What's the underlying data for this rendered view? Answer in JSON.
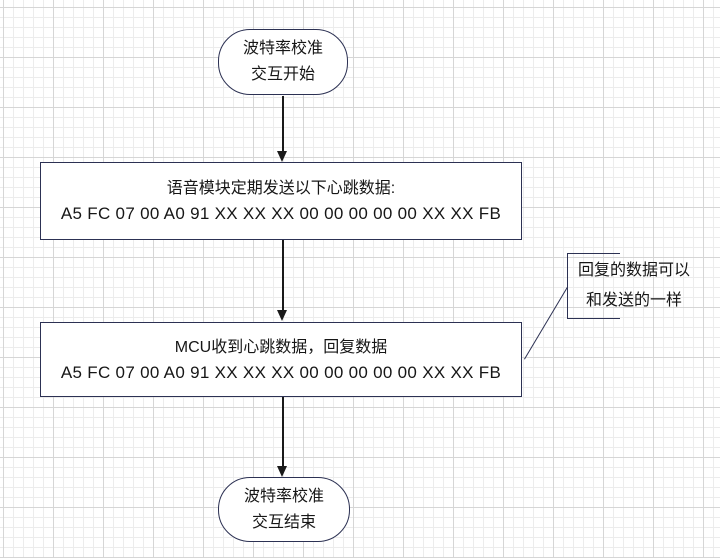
{
  "colors": {
    "canvas_bg": "#ffffff",
    "grid_minor": "#ececec",
    "grid_major": "#d6d6d6",
    "shape_border": "#2c3153",
    "shape_fill": "#ffffff",
    "connector": "#1a1a1a",
    "text": "#161616"
  },
  "flowchart": {
    "start": {
      "line1": "波特率校准",
      "line2": "交互开始"
    },
    "send_box": {
      "line1": "语音模块定期发送以下心跳数据:",
      "line2": "A5 FC 07 00 A0 91 XX XX XX 00 00 00 00 00 XX XX FB"
    },
    "reply_box": {
      "line1": "MCU收到心跳数据，回复数据",
      "line2": "A5 FC 07 00 A0 91 XX XX XX 00 00 00 00 00 XX XX FB"
    },
    "annotation": {
      "line1": "回复的数据可以",
      "line2": "和发送的一样"
    },
    "end": {
      "line1": "波特率校准",
      "line2": "交互结束"
    }
  }
}
